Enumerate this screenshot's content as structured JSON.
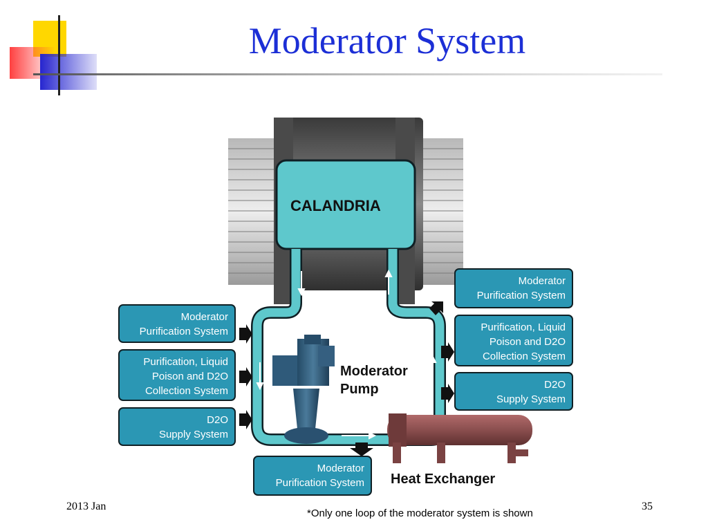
{
  "slide": {
    "title": "Moderator System",
    "date": "2013 Jan",
    "page_number": "35",
    "note": "*Only one loop of the moderator system is shown"
  },
  "diagram": {
    "calandria_label": "CALANDRIA",
    "pump_label_line1": "Moderator",
    "pump_label_line2": "Pump",
    "heat_exchanger_label": "Heat Exchanger",
    "left_boxes": [
      {
        "lines": [
          "Moderator",
          "Purification System"
        ]
      },
      {
        "lines": [
          "Purification, Liquid",
          "Poison and D2O",
          "Collection System"
        ]
      },
      {
        "lines": [
          "D2O",
          "Supply System"
        ]
      }
    ],
    "right_boxes": [
      {
        "lines": [
          "Moderator",
          "Purification System"
        ]
      },
      {
        "lines": [
          "Purification, Liquid",
          "Poison and D2O",
          "Collection System"
        ]
      },
      {
        "lines": [
          "D2O",
          "Supply System"
        ]
      }
    ],
    "bottom_box": {
      "lines": [
        "Moderator",
        "Purification System"
      ]
    }
  },
  "colors": {
    "title": "#1c2fd6",
    "box_fill": "#2b97b4",
    "coolant": "#5ec8cc",
    "heat_exchanger": "#8a4e4e"
  }
}
